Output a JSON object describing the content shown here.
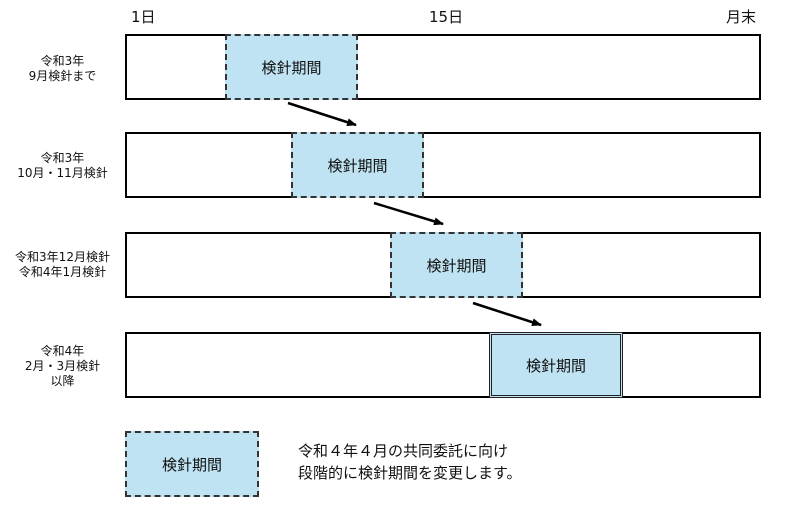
{
  "axis": {
    "start": "1日",
    "middle": "15日",
    "end": "月末"
  },
  "period_label": "検針期間",
  "rows": [
    {
      "label_lines": [
        "令和3年",
        "9月検針まで"
      ]
    },
    {
      "label_lines": [
        "令和3年",
        "10月・11月検針"
      ]
    },
    {
      "label_lines": [
        "令和3年12月検針",
        "令和4年1月検針"
      ]
    },
    {
      "label_lines": [
        "令和4年",
        "2月・3月検針",
        "以降"
      ]
    }
  ],
  "legend": {
    "label": "検針期間",
    "note_lines": [
      "令和４年４月の共同委託に向け",
      "段階的に検針期間を変更します。"
    ]
  },
  "colors": {
    "period_fill": "#bfe3f2",
    "border": "#000000"
  }
}
